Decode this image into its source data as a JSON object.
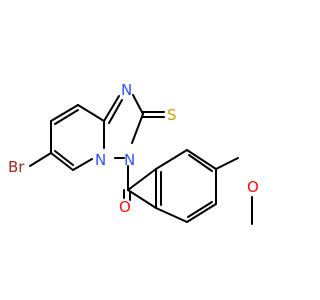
{
  "molecule": {
    "atoms": {
      "br": {
        "symbol": "Br",
        "color": "#a62929"
      },
      "n_imine": {
        "symbol": "N",
        "color": "#3050f8"
      },
      "n_bridge": {
        "symbol": "N",
        "color": "#3050f8"
      },
      "n_acyl": {
        "symbol": "N",
        "color": "#3050f8"
      },
      "s_thione": {
        "symbol": "S",
        "color": "#c9a400"
      },
      "o_carbonyl": {
        "symbol": "O",
        "color": "#ff0d0d"
      },
      "o_methoxy": {
        "symbol": "O",
        "color": "#ff0d0d"
      }
    },
    "bond_color": "#000000"
  }
}
